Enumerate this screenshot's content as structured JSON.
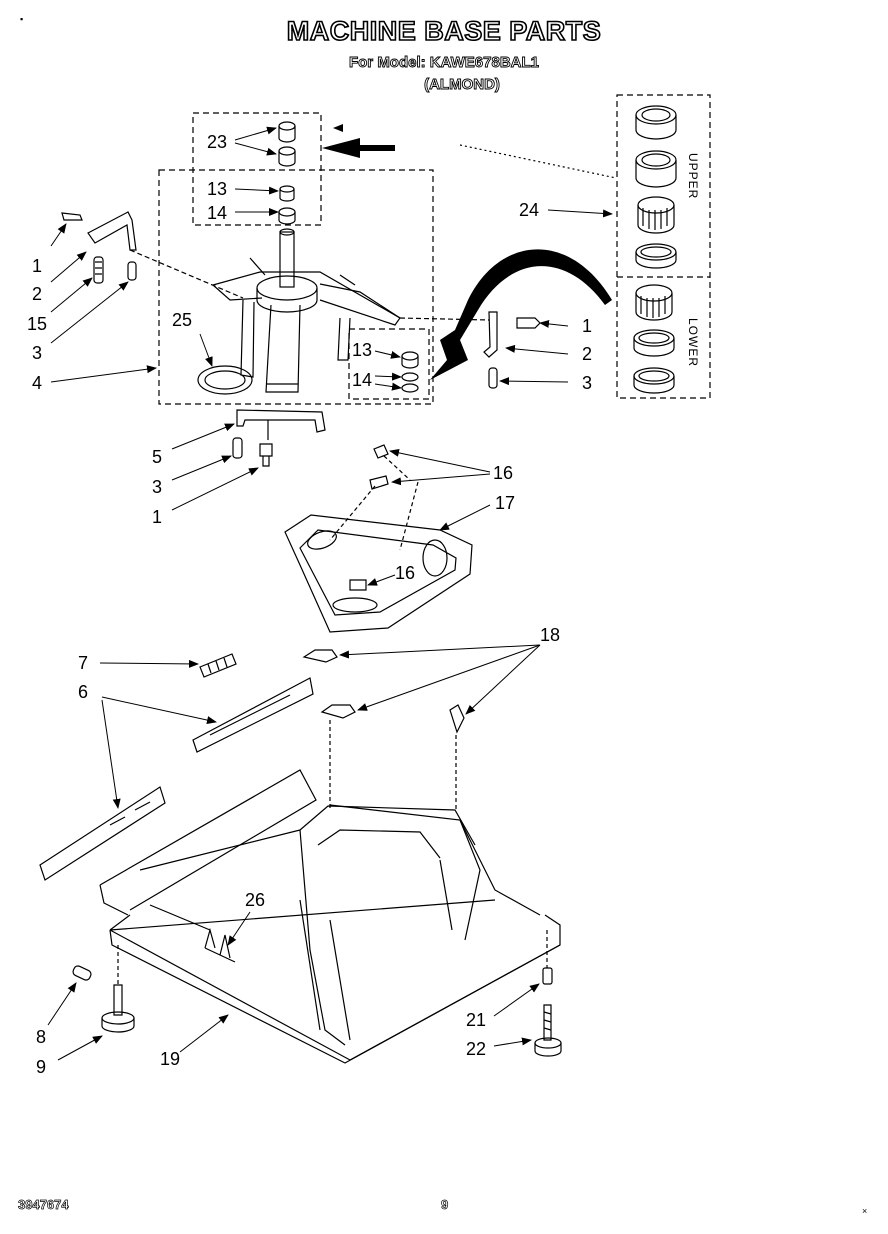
{
  "header": {
    "title": "MACHINE BASE PARTS",
    "model_line": "For Model: KAWE678BAL1",
    "color_line": "(ALMOND)"
  },
  "group_labels": {
    "upper": "UPPER",
    "lower": "LOWER"
  },
  "callouts": {
    "c23": "23",
    "c13a": "13",
    "c14a": "14",
    "c24": "24",
    "c1a": "1",
    "c2a": "2",
    "c15": "15",
    "c3a": "3",
    "c25": "25",
    "c4": "4",
    "c13b": "13",
    "c14b": "14",
    "c1b": "1",
    "c2b": "2",
    "c3b": "3",
    "c5": "5",
    "c3c": "3",
    "c1c": "1",
    "c16a": "16",
    "c17": "17",
    "c16b": "16",
    "c7": "7",
    "c6": "6",
    "c18": "18",
    "c26": "26",
    "c8": "8",
    "c9": "9",
    "c19": "19",
    "c21": "21",
    "c22": "22"
  },
  "footer": {
    "part_number": "3947674",
    "page": "9"
  },
  "marks": {
    "top_left": "▪",
    "bottom_right": "×"
  }
}
